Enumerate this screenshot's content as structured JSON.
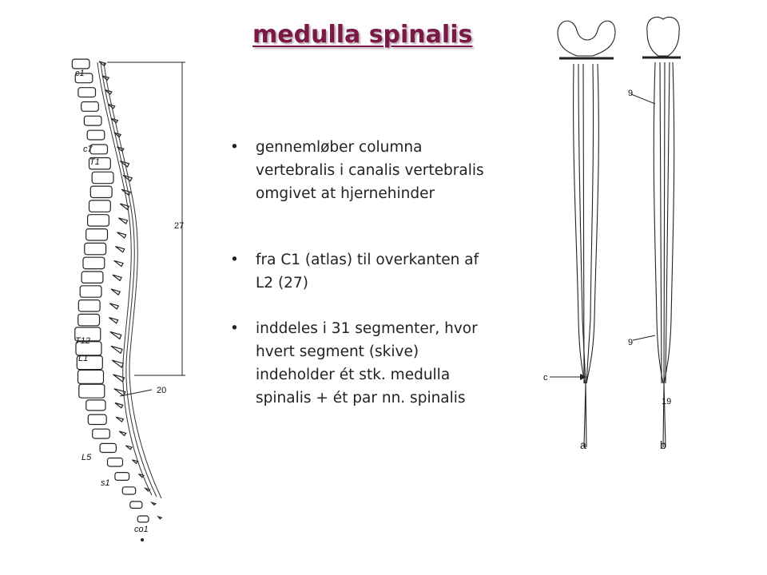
{
  "title": "medulla spinalis",
  "bullets": [
    "gennemløber columna vertebralis i canalis vertebralis omgivet at hjernehinder",
    "fra C1 (atlas) til overkanten af L2 (27)",
    "inddeles i 31 segmenter, hvor hvert segment (skive) indeholder ét stk. medulla spinalis + ét par nn. spinalis"
  ],
  "spine_labels": {
    "c1": "c1",
    "c7": "c7",
    "t1": "T1",
    "t12": "T12",
    "l1": "L1",
    "l5": "L5",
    "s1": "s1",
    "co1": "co1",
    "n27": "27",
    "n20": "20"
  },
  "cord_labels": {
    "n9_top": "9",
    "n9_bottom": "9",
    "c": "c",
    "n19": "19",
    "a": "a",
    "b": "b"
  }
}
